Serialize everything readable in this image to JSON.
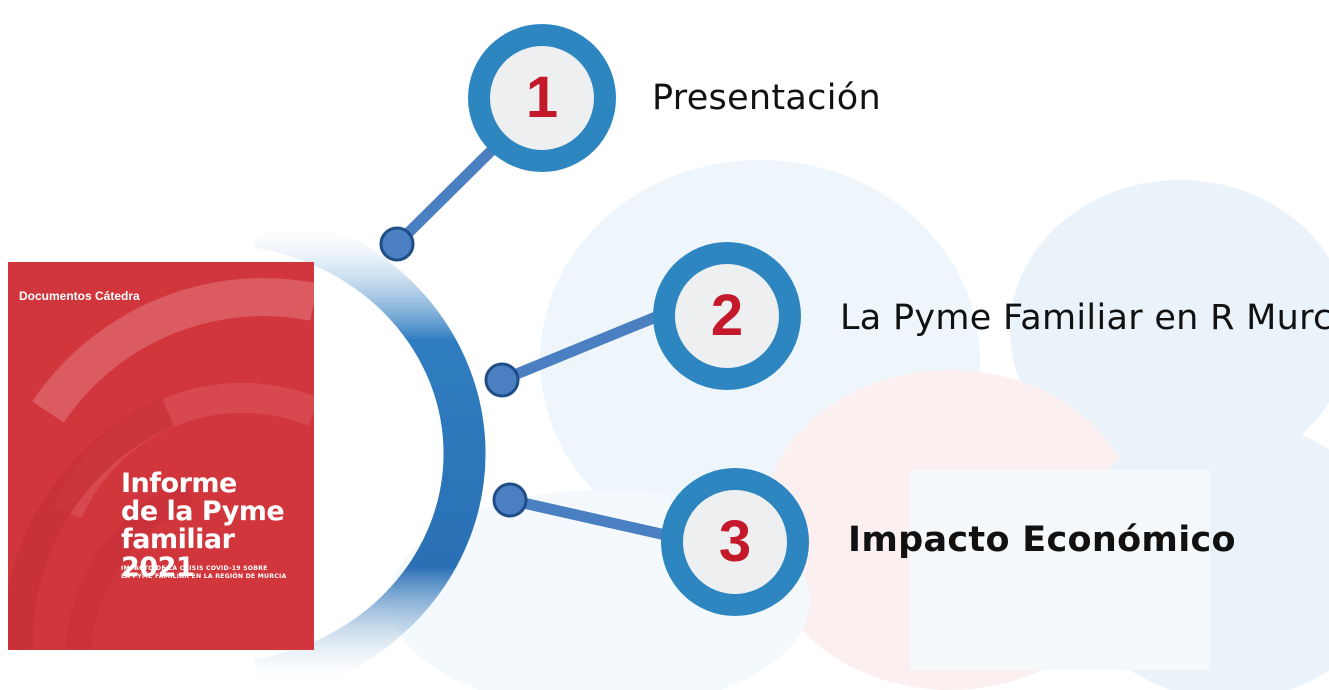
{
  "cover": {
    "brand": "Documentos Cátedra",
    "title": "Informe\nde la Pyme\nfamiliar 2021",
    "subtitle": "IMPACTO DE LA CRISIS COVID-19 SOBRE\nLA PYME FAMILIAR EN LA REGIÓN DE MURCIA"
  },
  "items": [
    {
      "number": "1",
      "label": "Presentación"
    },
    {
      "number": "2",
      "label": "La Pyme Familiar en R Murcia"
    },
    {
      "number": "3",
      "label": "Impacto Económico"
    }
  ],
  "colors": {
    "accent_blue": "#2e86c1",
    "connector_blue": "#4a7fc1",
    "number_red": "#c4182b",
    "cover_red": "#d1363c"
  }
}
